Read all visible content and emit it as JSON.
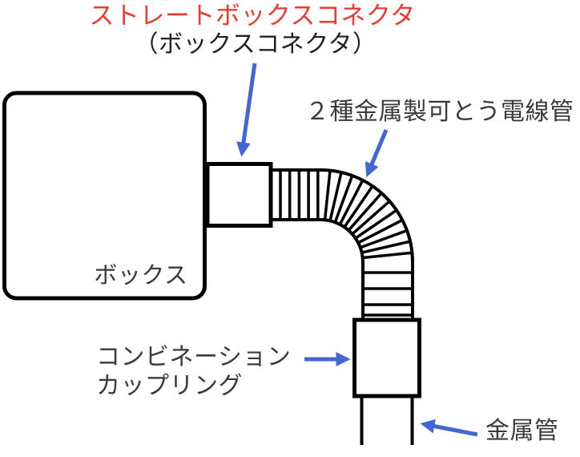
{
  "labels": {
    "title_red": "ストレートボックスコネクタ",
    "title_sub": "（ボックスコネクタ）",
    "flexible_conduit": "２種金属製可とう電線管",
    "box": "ボックス",
    "coupling_line1": "コンビネーション",
    "coupling_line2": "カップリング",
    "metal_pipe": "金属管"
  },
  "colors": {
    "highlight_red": "#ed3b2e",
    "arrow_blue": "#4066d8",
    "line_black": "#000000",
    "text_dark": "#3a3a3a",
    "text_black": "#222222"
  }
}
